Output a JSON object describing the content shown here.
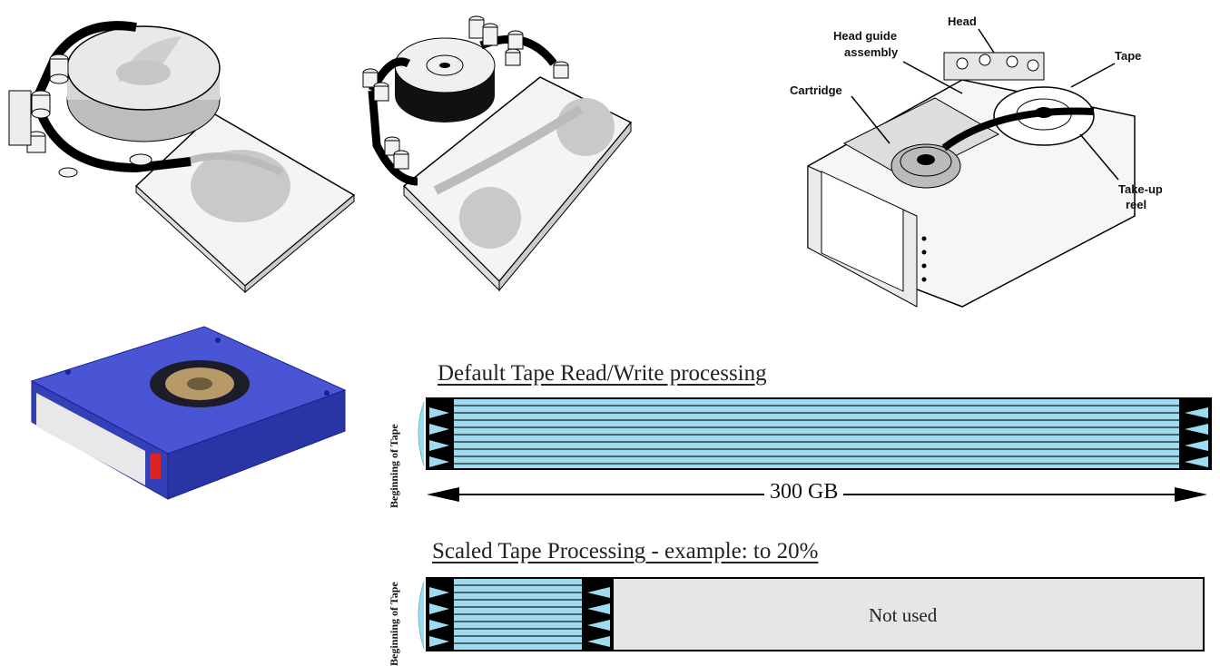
{
  "drive_callouts": {
    "head": "Head",
    "head_guide_line1": "Head guide",
    "head_guide_line2": "assembly",
    "tape": "Tape",
    "cartridge": "Cartridge",
    "takeup_line1": "Take-up",
    "takeup_line2": "reel"
  },
  "default_processing": {
    "title": "Default Tape Read/Write processing",
    "side_label": "Beginning of Tape",
    "capacity": "300 GB",
    "used_fraction": 1.0
  },
  "scaled_processing": {
    "title": "Scaled Tape Processing - example: to 20%",
    "side_label": "Beginning of Tape",
    "unused_label": "Not used",
    "used_fraction": 0.2
  },
  "colors": {
    "tape_track": "#9ddcf0",
    "unused_area": "#e6e6e6",
    "cartridge_blue": "#3742c0",
    "reel_gray": "#c8c8c8"
  }
}
